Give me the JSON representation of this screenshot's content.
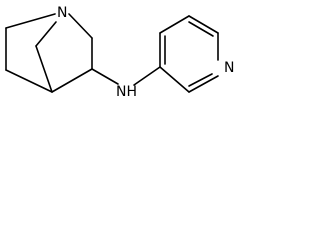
{
  "molecule": {
    "atoms": {
      "quinuclidine_n": "N",
      "amine_nh": "NH",
      "pyridine_n": "N"
    }
  }
}
